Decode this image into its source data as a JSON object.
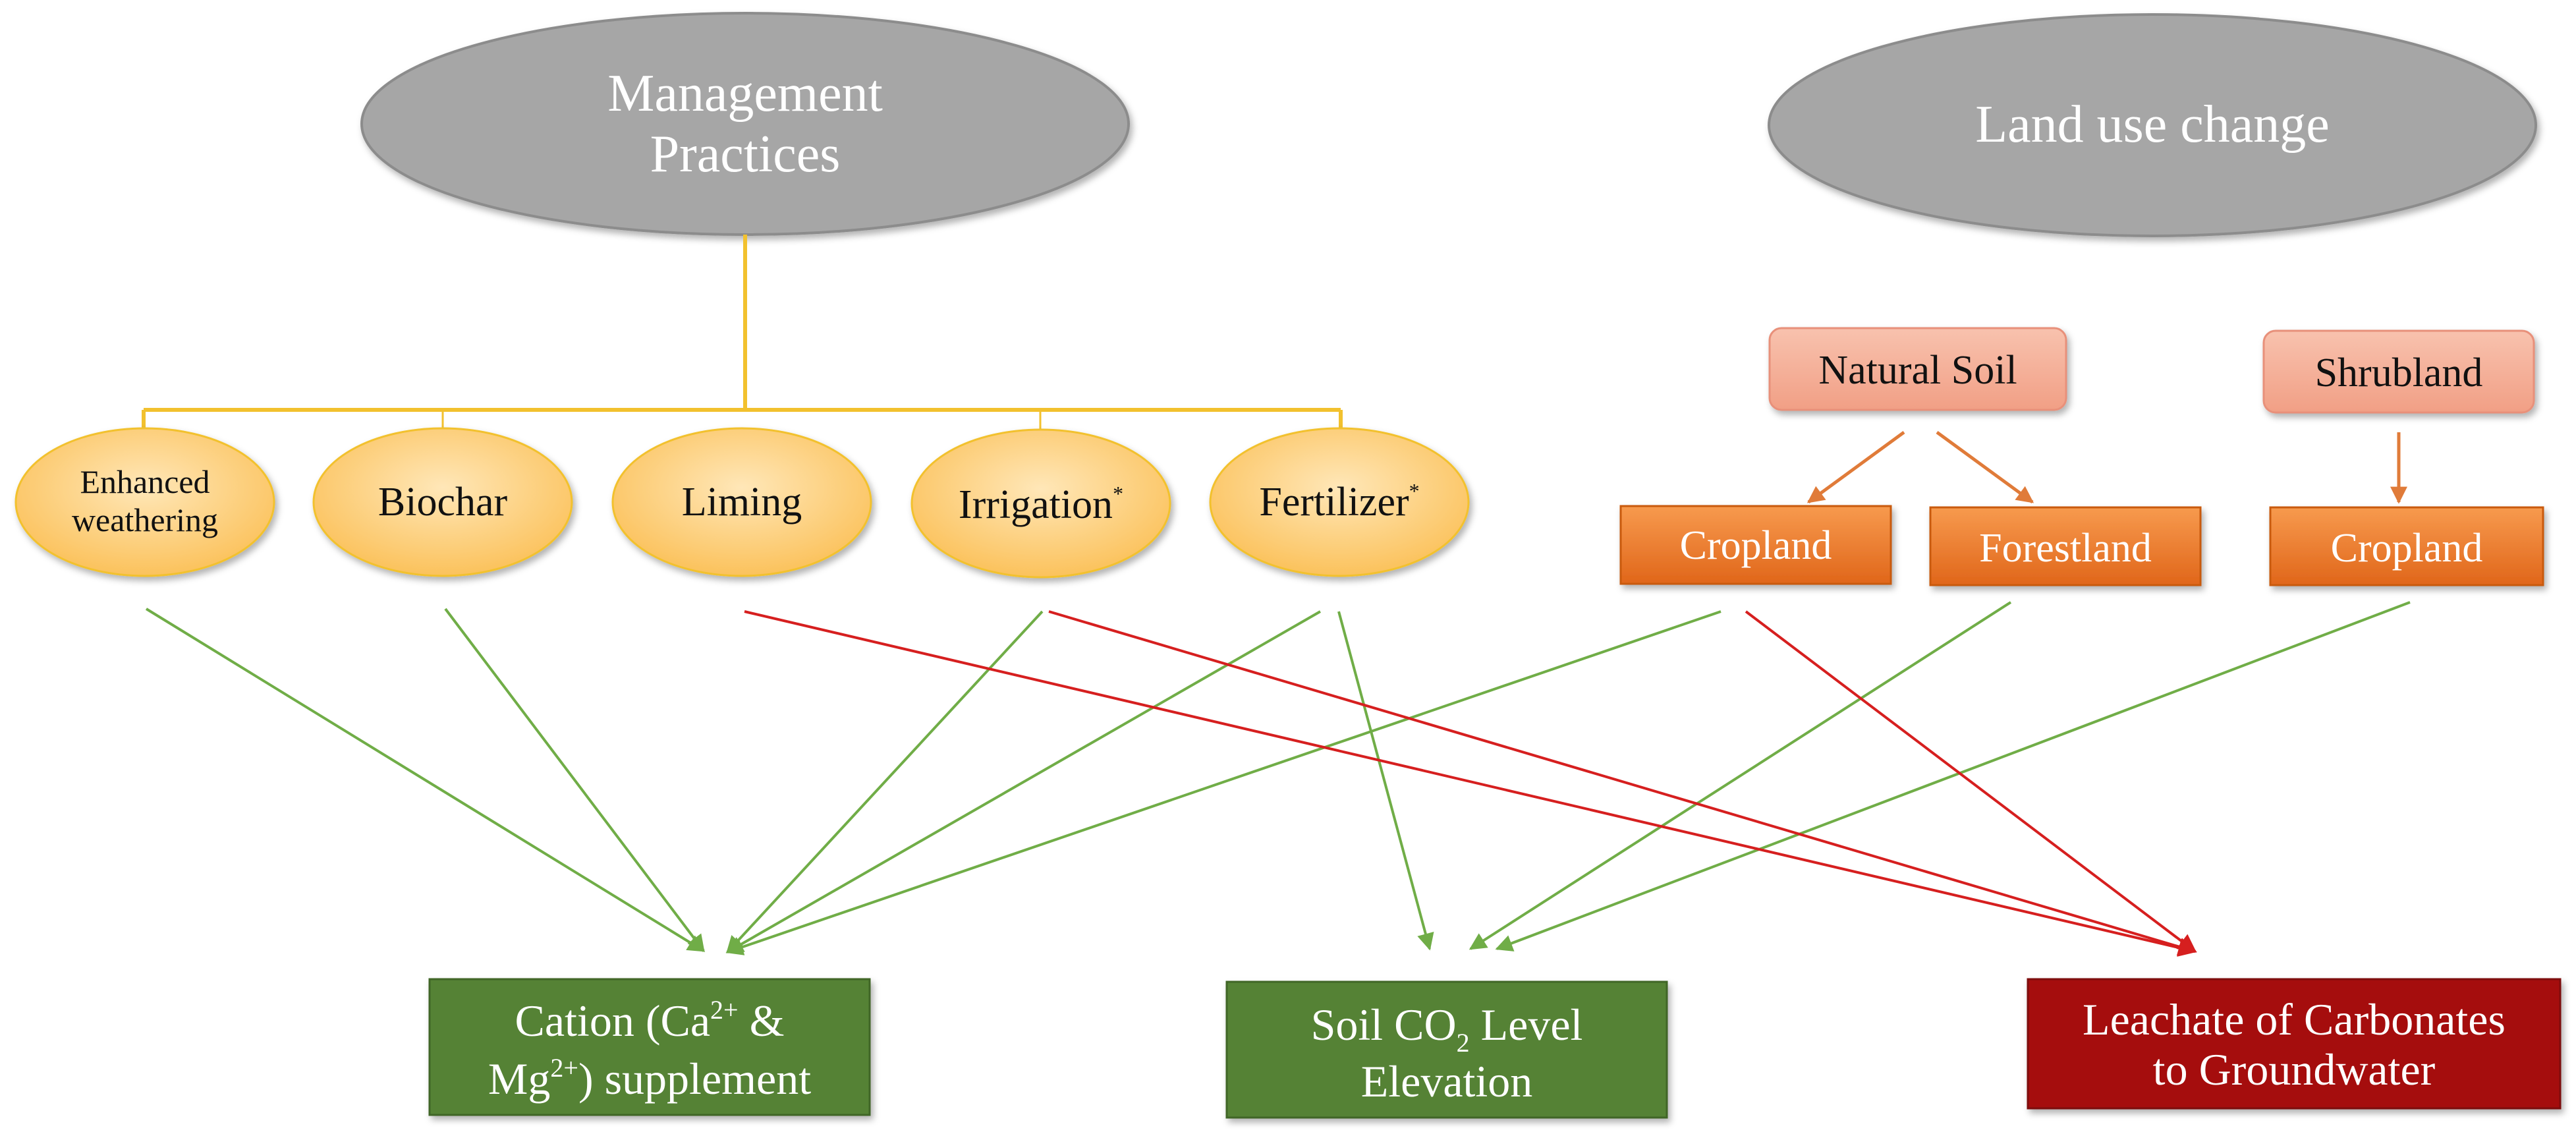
{
  "top_nodes": {
    "management": {
      "line1": "Management",
      "line2": "Practices"
    },
    "land_use": {
      "label": "Land use change"
    }
  },
  "practices": [
    {
      "id": "enhanced-weathering",
      "line1": "Enhanced",
      "line2": "weathering"
    },
    {
      "id": "biochar",
      "label": "Biochar"
    },
    {
      "id": "liming",
      "label": "Liming"
    },
    {
      "id": "irrigation",
      "label": "Irrigation",
      "mark": "*"
    },
    {
      "id": "fertilizer",
      "label": "Fertilizer",
      "mark": "*"
    }
  ],
  "land_sources": [
    {
      "id": "natural-soil",
      "label": "Natural Soil"
    },
    {
      "id": "shrubland",
      "label": "Shrubland"
    }
  ],
  "land_targets": [
    {
      "id": "cropland-1",
      "label": "Cropland"
    },
    {
      "id": "forestland",
      "label": "Forestland"
    },
    {
      "id": "cropland-2",
      "label": "Cropland"
    }
  ],
  "outcomes": {
    "cation": {
      "part1": "Cation (Ca",
      "sup1": "2+",
      "part2": " &",
      "part3": "Mg",
      "sup2": "2+",
      "part4": ") supplement"
    },
    "co2": {
      "part1": "Soil CO",
      "sub": "2",
      "part2": " Level",
      "line2": "Elevation"
    },
    "leachate": {
      "line1": "Leachate of Carbonates",
      "line2": "to Groundwater"
    }
  },
  "colors": {
    "top_ellipse": "#a6a6a6",
    "practice_fill": "#fdd48a",
    "tree_line": "#f2c12e",
    "land_source_fill": "#f4b09a",
    "land_target_fill": "#e97a25",
    "positive_arrow": "#70ad47",
    "negative_arrow": "#d61f1f",
    "cation_box": "#548235",
    "co2_box": "#548235",
    "leachate_box": "#a50f0f"
  }
}
